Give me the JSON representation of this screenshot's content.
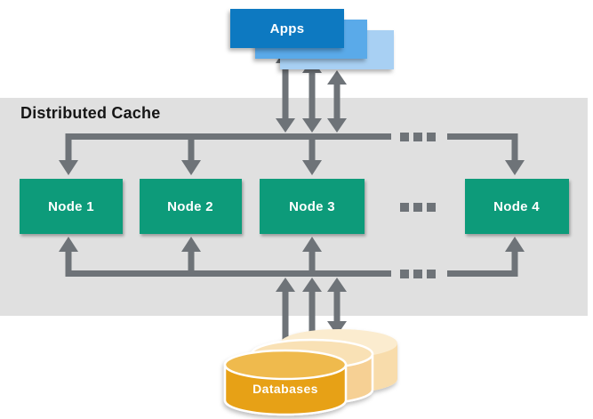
{
  "apps": {
    "label": "Apps"
  },
  "cache": {
    "title": "Distributed Cache",
    "nodes": [
      {
        "label": "Node 1"
      },
      {
        "label": "Node 2"
      },
      {
        "label": "Node 3"
      },
      {
        "label": "Node 4"
      }
    ]
  },
  "databases": {
    "label": "Databases"
  },
  "colors": {
    "app_front": "#0d79c1",
    "app_middle": "#5aaae9",
    "app_back": "#a8d0f3",
    "node": "#109b7a",
    "band": "#e0e0e0",
    "arrow": "#6e7378",
    "db_front_body": "#e7a113",
    "db_front_top": "#efba4d",
    "db_middle_body": "#f6d094",
    "db_middle_top": "#f9e1b5",
    "db_back_body": "#f8dcab",
    "db_back_top": "#fbeccf"
  }
}
